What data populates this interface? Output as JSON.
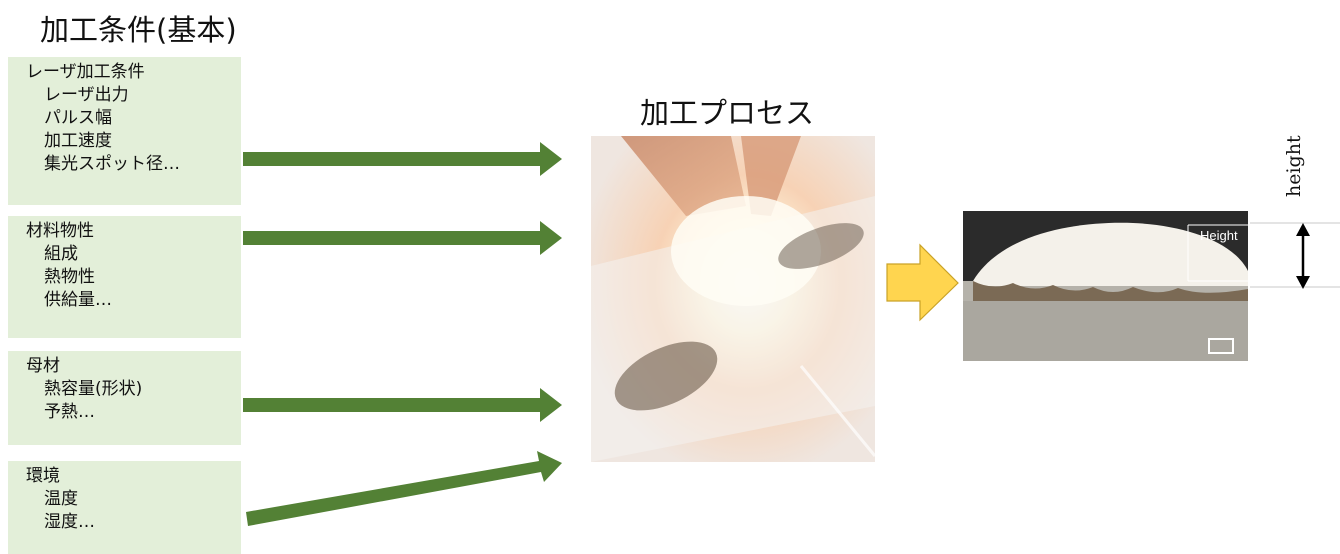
{
  "title": "加工条件(基本)",
  "conditions": [
    {
      "heading": "レーザ加工条件",
      "items": [
        "レーザ出力",
        "パルス幅",
        "加工速度",
        "集光スポット径…"
      ]
    },
    {
      "heading": "材料物性",
      "items": [
        "組成",
        "熱物性",
        "供給量…"
      ]
    },
    {
      "heading": "母材",
      "items": [
        "熱容量(形状)",
        "予熱…"
      ]
    },
    {
      "heading": "環境",
      "items": [
        "温度",
        "湿度…"
      ]
    }
  ],
  "process": {
    "title": "加工プロセス"
  },
  "result": {
    "photo_tag": "Height",
    "dimension_label": "height"
  },
  "colors": {
    "box_fill": "#e3efd9",
    "input_arrow": "#538135",
    "output_arrow": "#ffd54f"
  }
}
